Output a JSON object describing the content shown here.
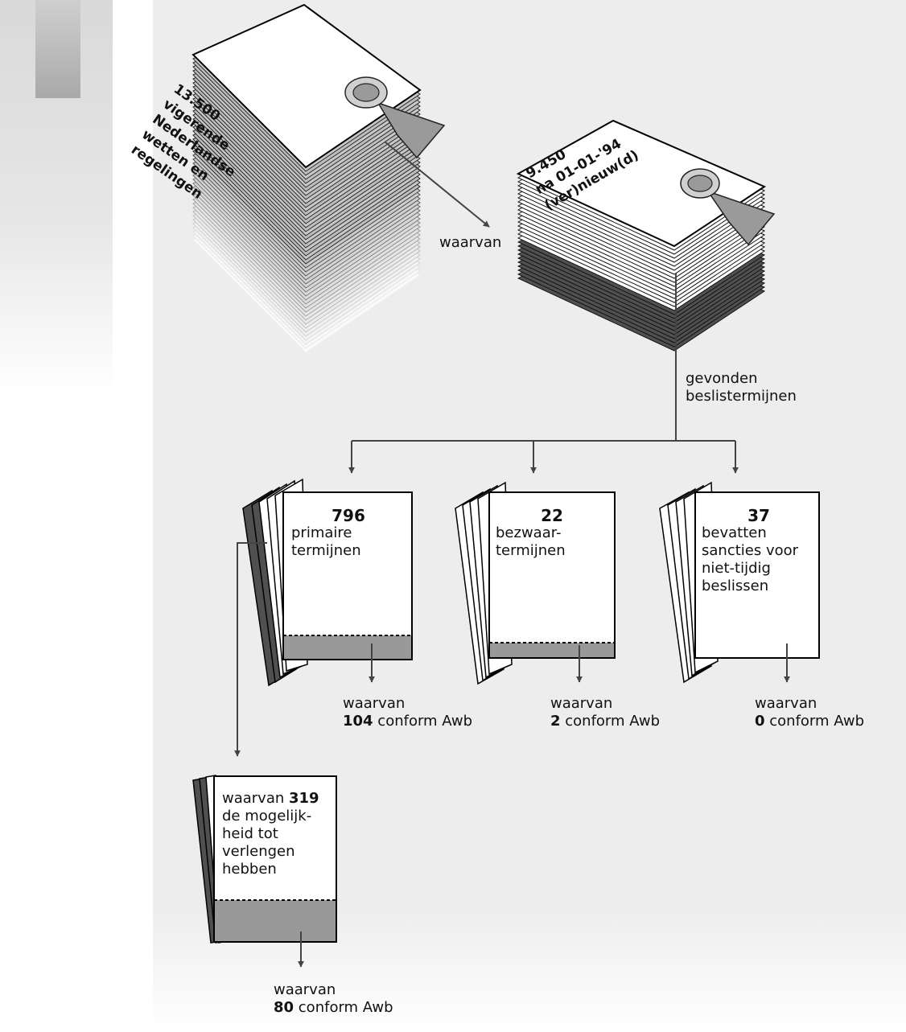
{
  "stack_main": {
    "line1": "13.500",
    "line2": "vigerende",
    "line3": "Nederlandse",
    "line4": "wetten en",
    "line5": "regelingen"
  },
  "stack_renewed": {
    "line1": "9.450",
    "line2": "na 01-01-'94",
    "line3": "(ver)nieuw(d)"
  },
  "label_waarvan_top": "waarvan",
  "label_found": {
    "line1": "gevonden",
    "line2": "beslistermijnen"
  },
  "cards": [
    {
      "number": "796",
      "line1": "primaire",
      "line2": "termijnen",
      "line3": "",
      "line4": ""
    },
    {
      "number": "22",
      "line1": "bezwaar-",
      "line2": "termijnen",
      "line3": "",
      "line4": ""
    },
    {
      "number": "37",
      "line1": "bevatten",
      "line2": "sancties voor",
      "line3": "niet-tijdig",
      "line4": "beslissen"
    }
  ],
  "results": [
    {
      "prefix": "waarvan",
      "count": "104",
      "suffix": " conform Awb"
    },
    {
      "prefix": "waarvan",
      "count": "2",
      "suffix": " conform Awb"
    },
    {
      "prefix": "waarvan",
      "count": "0",
      "suffix": " conform Awb"
    }
  ],
  "extension_card": {
    "prefix": "waarvan ",
    "count": "319",
    "line2": "de mogelijk-",
    "line3": "heid tot",
    "line4": "verlengen",
    "line5": "hebben"
  },
  "extension_result": {
    "prefix": "waarvan",
    "count": "80",
    "suffix": " conform Awb"
  },
  "colors": {
    "panel": "#ededed",
    "dark_sheet": "#505050",
    "mid_grey": "#999999",
    "arrow": "#444444"
  }
}
